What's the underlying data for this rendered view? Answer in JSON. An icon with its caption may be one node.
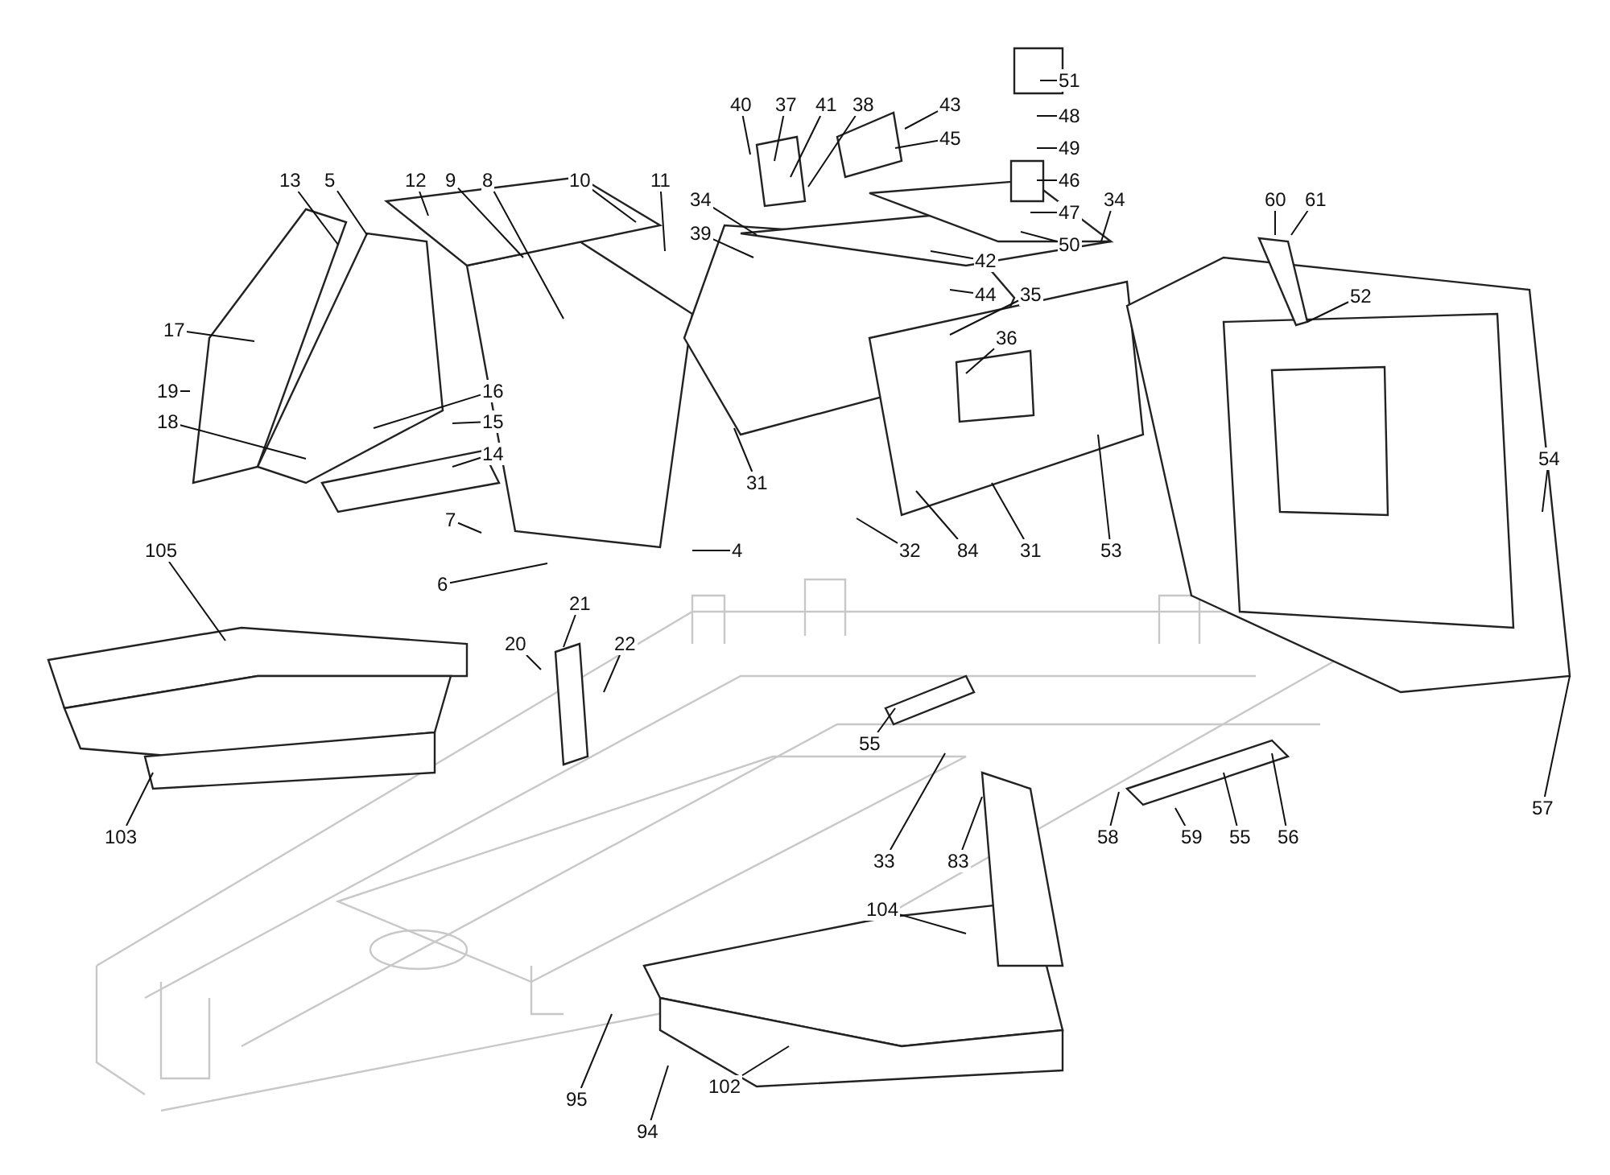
{
  "diagram": {
    "nodes": [
      {
        "text": [
          "13"
        ]
      },
      {
        "text": [
          "5"
        ]
      },
      {
        "text": [
          "12"
        ]
      },
      {
        "text": [
          "9"
        ]
      },
      {
        "text": [
          "8"
        ]
      },
      {
        "text": [
          "10"
        ]
      },
      {
        "text": [
          "11"
        ]
      },
      {
        "text": [
          "40"
        ]
      },
      {
        "text": [
          "37"
        ]
      },
      {
        "text": [
          "41"
        ]
      },
      {
        "text": [
          "38"
        ]
      },
      {
        "text": [
          "43"
        ]
      },
      {
        "text": [
          "45"
        ]
      },
      {
        "text": [
          "51"
        ]
      },
      {
        "text": [
          "48"
        ]
      },
      {
        "text": [
          "49"
        ]
      },
      {
        "text": [
          "46"
        ]
      },
      {
        "text": [
          "47"
        ]
      },
      {
        "text": [
          "50"
        ]
      },
      {
        "text": [
          "34"
        ]
      },
      {
        "text": [
          "34"
        ]
      },
      {
        "text": [
          "39"
        ]
      },
      {
        "text": [
          "42"
        ]
      },
      {
        "text": [
          "44"
        ]
      },
      {
        "text": [
          "35"
        ]
      },
      {
        "text": [
          "36"
        ]
      },
      {
        "text": [
          "60"
        ]
      },
      {
        "text": [
          "61"
        ]
      },
      {
        "text": [
          "52"
        ]
      },
      {
        "text": [
          "17"
        ]
      },
      {
        "text": [
          "19"
        ]
      },
      {
        "text": [
          "16"
        ]
      },
      {
        "text": [
          "15"
        ]
      },
      {
        "text": [
          "18"
        ]
      },
      {
        "text": [
          "14"
        ]
      },
      {
        "text": [
          "31"
        ]
      },
      {
        "text": [
          "32"
        ]
      },
      {
        "text": [
          "84"
        ]
      },
      {
        "text": [
          "31"
        ]
      },
      {
        "text": [
          "53"
        ]
      },
      {
        "text": [
          "54"
        ]
      },
      {
        "text": [
          "7"
        ]
      },
      {
        "text": [
          "4"
        ]
      },
      {
        "text": [
          "6"
        ]
      },
      {
        "text": [
          "105"
        ]
      },
      {
        "text": [
          "21"
        ]
      },
      {
        "text": [
          "20"
        ]
      },
      {
        "text": [
          "22"
        ]
      },
      {
        "text": [
          "55"
        ]
      },
      {
        "text": [
          "57"
        ]
      },
      {
        "text": [
          "103"
        ]
      },
      {
        "text": [
          "58"
        ]
      },
      {
        "text": [
          "59"
        ]
      },
      {
        "text": [
          "55"
        ]
      },
      {
        "text": [
          "56"
        ]
      },
      {
        "text": [
          "33"
        ]
      },
      {
        "text": [
          "83"
        ]
      },
      {
        "text": [
          "104"
        ]
      },
      {
        "text": [
          "95"
        ]
      },
      {
        "text": [
          "102"
        ]
      },
      {
        "text": [
          "94"
        ]
      }
    ],
    "edges": [
      {
        "from": 0,
        "to": null,
        "arrow": "none"
      },
      {
        "from": 1,
        "to": null,
        "arrow": "none"
      },
      {
        "from": 2,
        "to": null,
        "arrow": "none"
      },
      {
        "from": 3,
        "to": null,
        "arrow": "none"
      },
      {
        "from": 4,
        "to": null,
        "arrow": "none"
      },
      {
        "from": 5,
        "to": null,
        "arrow": "none"
      },
      {
        "from": 6,
        "to": null,
        "arrow": "none"
      },
      {
        "from": 7,
        "to": null,
        "arrow": "none"
      },
      {
        "from": 8,
        "to": null,
        "arrow": "none"
      },
      {
        "from": 9,
        "to": null,
        "arrow": "none"
      },
      {
        "from": 10,
        "to": null,
        "arrow": "none"
      },
      {
        "from": 11,
        "to": null,
        "arrow": "none"
      },
      {
        "from": 12,
        "to": null,
        "arrow": "none"
      },
      {
        "from": 13,
        "to": null,
        "arrow": "none"
      },
      {
        "from": 14,
        "to": null,
        "arrow": "none"
      },
      {
        "from": 15,
        "to": null,
        "arrow": "none"
      },
      {
        "from": 16,
        "to": null,
        "arrow": "none"
      },
      {
        "from": 17,
        "to": null,
        "arrow": "none"
      },
      {
        "from": 18,
        "to": null,
        "arrow": "none"
      },
      {
        "from": 19,
        "to": null,
        "arrow": "none"
      },
      {
        "from": 20,
        "to": null,
        "arrow": "none"
      },
      {
        "from": 21,
        "to": null,
        "arrow": "none"
      },
      {
        "from": 22,
        "to": null,
        "arrow": "none"
      },
      {
        "from": 23,
        "to": null,
        "arrow": "none"
      },
      {
        "from": 24,
        "to": null,
        "arrow": "none"
      },
      {
        "from": 25,
        "to": null,
        "arrow": "none"
      },
      {
        "from": 26,
        "to": null,
        "arrow": "none"
      },
      {
        "from": 27,
        "to": null,
        "arrow": "none"
      },
      {
        "from": 28,
        "to": null,
        "arrow": "none"
      },
      {
        "from": 29,
        "to": null,
        "arrow": "none"
      },
      {
        "from": 30,
        "to": null,
        "arrow": "none"
      },
      {
        "from": 31,
        "to": null,
        "arrow": "none"
      },
      {
        "from": 32,
        "to": null,
        "arrow": "none"
      },
      {
        "from": 33,
        "to": null,
        "arrow": "none"
      },
      {
        "from": 34,
        "to": null,
        "arrow": "none"
      },
      {
        "from": 35,
        "to": null,
        "arrow": "none"
      },
      {
        "from": 36,
        "to": null,
        "arrow": "none"
      },
      {
        "from": 37,
        "to": null,
        "arrow": "none"
      },
      {
        "from": 38,
        "to": null,
        "arrow": "none"
      },
      {
        "from": 39,
        "to": null,
        "arrow": "none"
      },
      {
        "from": 40,
        "to": null,
        "arrow": "none"
      },
      {
        "from": 41,
        "to": null,
        "arrow": "none"
      },
      {
        "from": 42,
        "to": null,
        "arrow": "none"
      },
      {
        "from": 43,
        "to": null,
        "arrow": "none"
      },
      {
        "from": 44,
        "to": null,
        "arrow": "none"
      },
      {
        "from": 45,
        "to": null,
        "arrow": "none"
      },
      {
        "from": 46,
        "to": null,
        "arrow": "none"
      },
      {
        "from": 47,
        "to": null,
        "arrow": "none"
      },
      {
        "from": 48,
        "to": null,
        "arrow": "none"
      },
      {
        "from": 49,
        "to": null,
        "arrow": "none"
      },
      {
        "from": 50,
        "to": null,
        "arrow": "none"
      },
      {
        "from": 51,
        "to": null,
        "arrow": "none"
      },
      {
        "from": 52,
        "to": null,
        "arrow": "none"
      },
      {
        "from": 53,
        "to": null,
        "arrow": "none"
      },
      {
        "from": 54,
        "to": null,
        "arrow": "none"
      },
      {
        "from": 55,
        "to": null,
        "arrow": "none"
      },
      {
        "from": 56,
        "to": null,
        "arrow": "none"
      },
      {
        "from": 57,
        "to": null,
        "arrow": "none"
      },
      {
        "from": 58,
        "to": null,
        "arrow": "none"
      },
      {
        "from": 59,
        "to": null,
        "arrow": "none"
      },
      {
        "from": 60,
        "to": null,
        "arrow": "none"
      }
    ]
  }
}
